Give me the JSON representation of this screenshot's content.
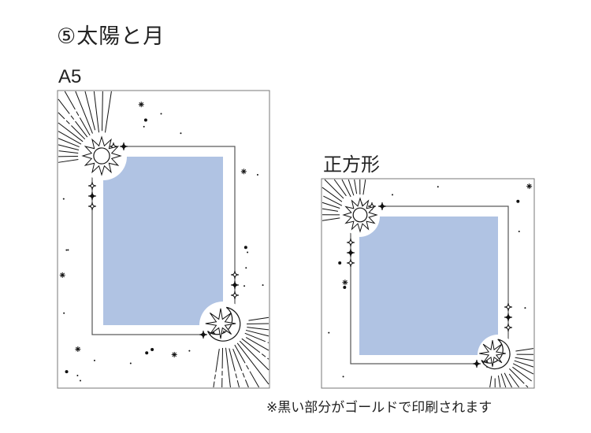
{
  "title": "⑤太陽と月",
  "cards": [
    {
      "label": "A5"
    },
    {
      "label": "正方形"
    }
  ],
  "note": "※黒い部分がゴールドで印刷されます",
  "colors": {
    "photo": "#b0c3e3",
    "ink": "#111111",
    "border": "#777777"
  }
}
